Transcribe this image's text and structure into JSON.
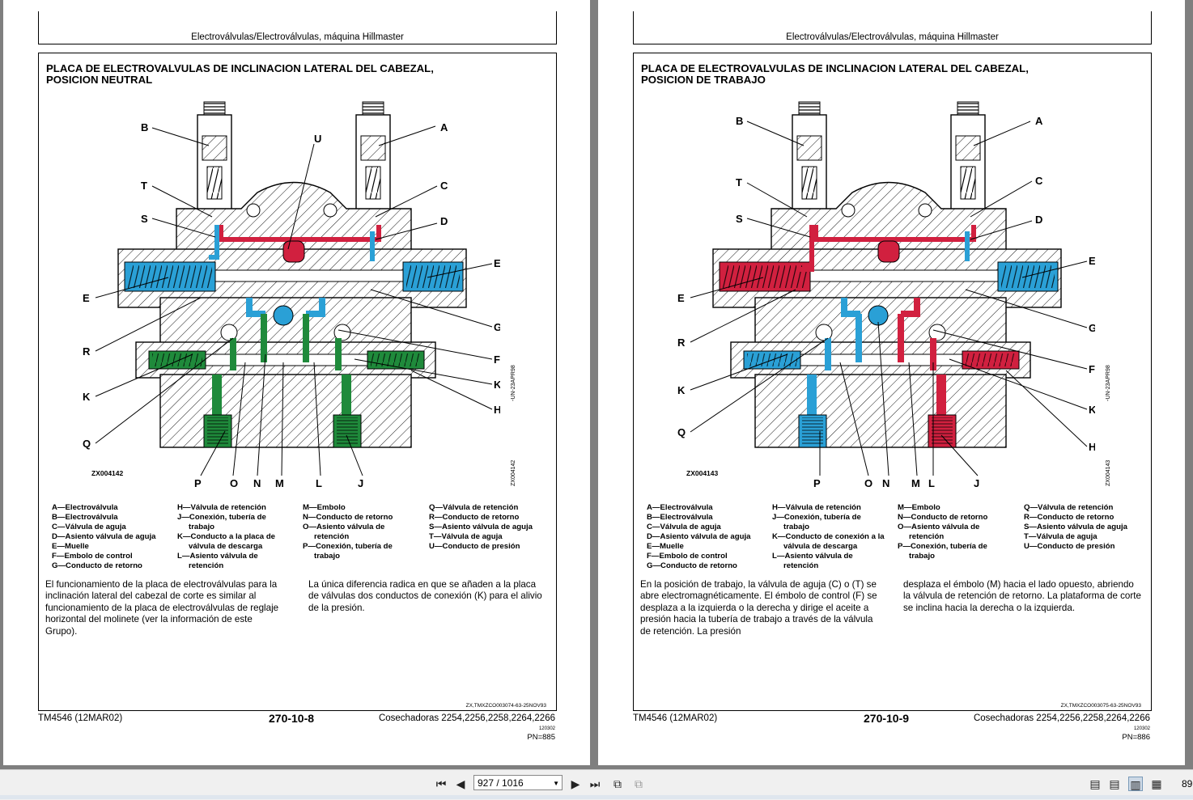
{
  "viewer": {
    "page_field": "927 / 1016",
    "zoom": "89"
  },
  "left": {
    "running_head": "Electroválvulas/Electroválvulas, máquina Hillmaster",
    "title_line1": "PLACA DE ELECTROVALVULAS DE INCLINACION LATERAL DEL CABEZAL,",
    "title_line2": "POSICION NEUTRAL",
    "figure_id": "ZX004142",
    "side_code1": "-UN-23APR98",
    "side_code2": "ZX004142",
    "callouts": {
      "B": "B",
      "A": "A",
      "U": "U",
      "T": "T",
      "C": "C",
      "S": "S",
      "D": "D",
      "E1": "E",
      "E2": "E",
      "G": "G",
      "R": "R",
      "F": "F",
      "K1": "K",
      "K2": "K",
      "H": "H",
      "Q": "Q",
      "P": "P",
      "O": "O",
      "N": "N",
      "M": "M",
      "L": "L",
      "J": "J"
    },
    "legend": [
      [
        "A—Electroválvula",
        "B—Electroválvula",
        "C—Válvula de aguja",
        "D—Asiento válvula de aguja",
        "E—Muelle",
        "F—Embolo de control",
        "G—Conducto de retorno"
      ],
      [
        "H—Válvula de retención",
        "J—Conexión, tubería de trabajo",
        "K—Conducto a la placa de válvula de descarga",
        "L—Asiento válvula de retención"
      ],
      [
        "M—Embolo",
        "N—Conducto de retorno",
        "O—Asiento válvula de retención",
        "P—Conexión, tubería de trabajo"
      ],
      [
        "Q—Válvula de retención",
        "R—Conducto de retorno",
        "S—Asiento válvula de aguja",
        "T—Válvula de aguja",
        "U—Conducto de presión"
      ]
    ],
    "body": [
      "El funcionamiento de la placa de electroválvulas para la inclinación lateral del cabezal de corte es similar al funcionamiento de la placa de electroválvulas de reglaje horizontal del molinete (ver la información de este Grupo).",
      "La única diferencia radica en que se añaden a la placa de válvulas dos conductos de conexión (K) para el alivio de la presión."
    ],
    "ref": "ZX,TMXZCO003074-63-25NOV93",
    "footer_left": "TM4546 (12MAR02)",
    "footer_center": "270-10-8",
    "footer_right": "Cosechadoras 2254,2256,2258,2264,2266",
    "footer_date": "120302",
    "footer_pn": "PN=885"
  },
  "right": {
    "running_head": "Electroválvulas/Electroválvulas, máquina Hillmaster",
    "title_line1": "PLACA DE ELECTROVALVULAS DE INCLINACION LATERAL DEL CABEZAL,",
    "title_line2": "POSICION DE TRABAJO",
    "figure_id": "ZX004143",
    "side_code1": "-UN-23APR98",
    "side_code2": "ZX004143",
    "callouts": {
      "B": "B",
      "A": "A",
      "T": "T",
      "C": "C",
      "S": "S",
      "D": "D",
      "E1": "E",
      "E2": "E",
      "R": "R",
      "G": "G",
      "K1": "K",
      "F": "F",
      "Q": "Q",
      "K2": "K",
      "H": "H",
      "P": "P",
      "O": "O",
      "N": "N",
      "M": "M",
      "L": "L",
      "J": "J"
    },
    "legend": [
      [
        "A—Electroválvula",
        "B—Electroválvula",
        "C—Válvula de aguja",
        "D—Asiento válvula de aguja",
        "E—Muelle",
        "F—Embolo de control",
        "G—Conducto de retorno"
      ],
      [
        "H—Válvula de retención",
        "J—Conexión, tubería de trabajo",
        "K—Conducto de conexión a la válvula de descarga",
        "L—Asiento válvula de retención"
      ],
      [
        "M—Embolo",
        "N—Conducto de retorno",
        "O—Asiento válvula de retención",
        "P—Conexión, tubería de trabajo"
      ],
      [
        "Q—Válvula de retención",
        "R—Conducto de retorno",
        "S—Asiento válvula de aguja",
        "T—Válvula de aguja",
        "U—Conducto de presión"
      ]
    ],
    "body": [
      "En la posición de trabajo, la válvula de aguja (C) o (T) se abre electromagnéticamente. El émbolo de control (F) se desplaza a la izquierda o la derecha y dirige el aceite a presión hacia la tubería de trabajo a través de la válvula de retención. La presión",
      "desplaza el émbolo (M) hacia el lado opuesto, abriendo la válvula de retención de retorno. La plataforma de corte se inclina hacia la derecha o la izquierda."
    ],
    "ref": "ZX,TMXZCO003075-63-25NOV93",
    "footer_left": "TM4546 (12MAR02)",
    "footer_center": "270-10-9",
    "footer_right": "Cosechadoras 2254,2256,2258,2264,2266",
    "footer_date": "120302",
    "footer_pn": "PN=886"
  },
  "colors": {
    "pressure": "#d1203f",
    "return": "#2aa0d6",
    "work": "#1f8a3b"
  }
}
